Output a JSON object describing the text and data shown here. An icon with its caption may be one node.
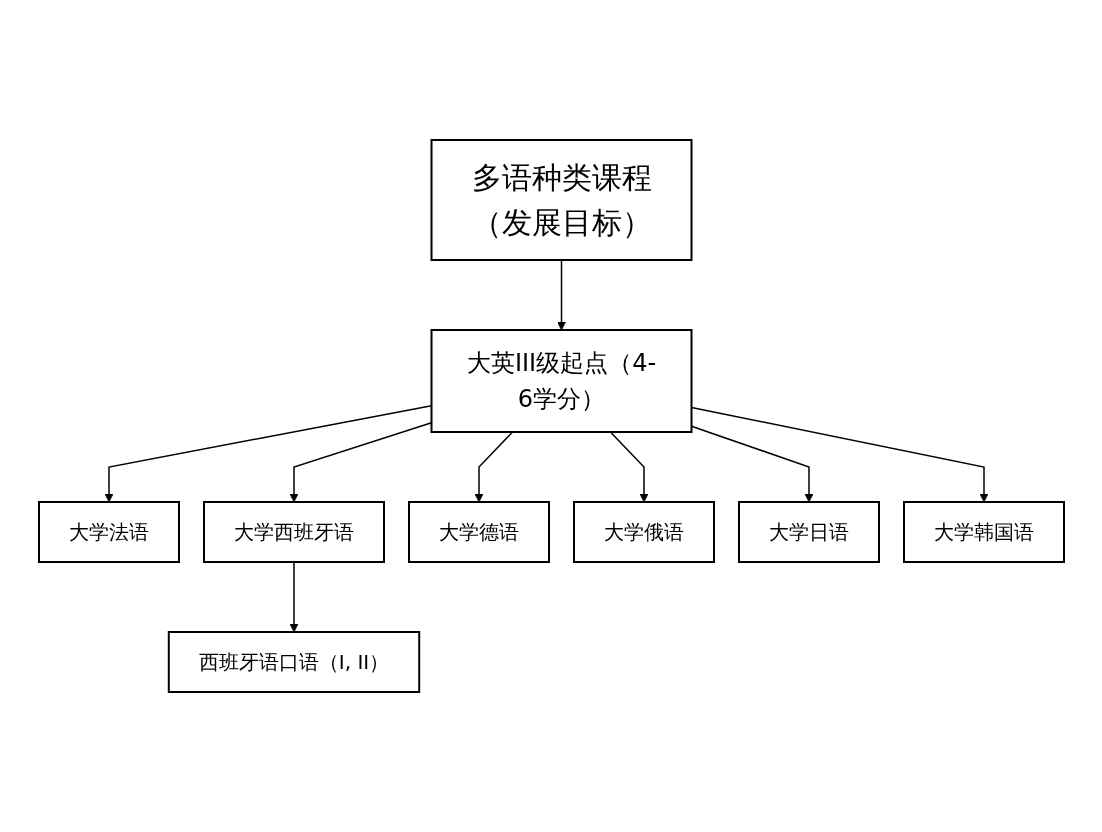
{
  "diagram": {
    "nodes": [
      {
        "text": [
          "多语种类课程（发展目标）"
        ]
      },
      {
        "text": [
          "大英III级起点（4-6学分）"
        ]
      },
      {
        "text": [
          "大学法语"
        ]
      },
      {
        "text": [
          "大学西班牙语"
        ]
      },
      {
        "text": [
          "大学德语"
        ]
      },
      {
        "text": [
          "大学俄语"
        ]
      },
      {
        "text": [
          "大学日语"
        ]
      },
      {
        "text": [
          "大学韩国语"
        ]
      },
      {
        "text": [
          "西班牙语口语（I, II）"
        ]
      }
    ],
    "edges": [
      {
        "from": 0,
        "to": 1,
        "arrow": "to"
      },
      {
        "from": 1,
        "to": 2,
        "arrow": "to"
      },
      {
        "from": 1,
        "to": 3,
        "arrow": "to"
      },
      {
        "from": 1,
        "to": 4,
        "arrow": "to"
      },
      {
        "from": 1,
        "to": 5,
        "arrow": "to"
      },
      {
        "from": 1,
        "to": 6,
        "arrow": "to"
      },
      {
        "from": 1,
        "to": 7,
        "arrow": "to"
      },
      {
        "from": 3,
        "to": 8,
        "arrow": "to"
      }
    ]
  }
}
